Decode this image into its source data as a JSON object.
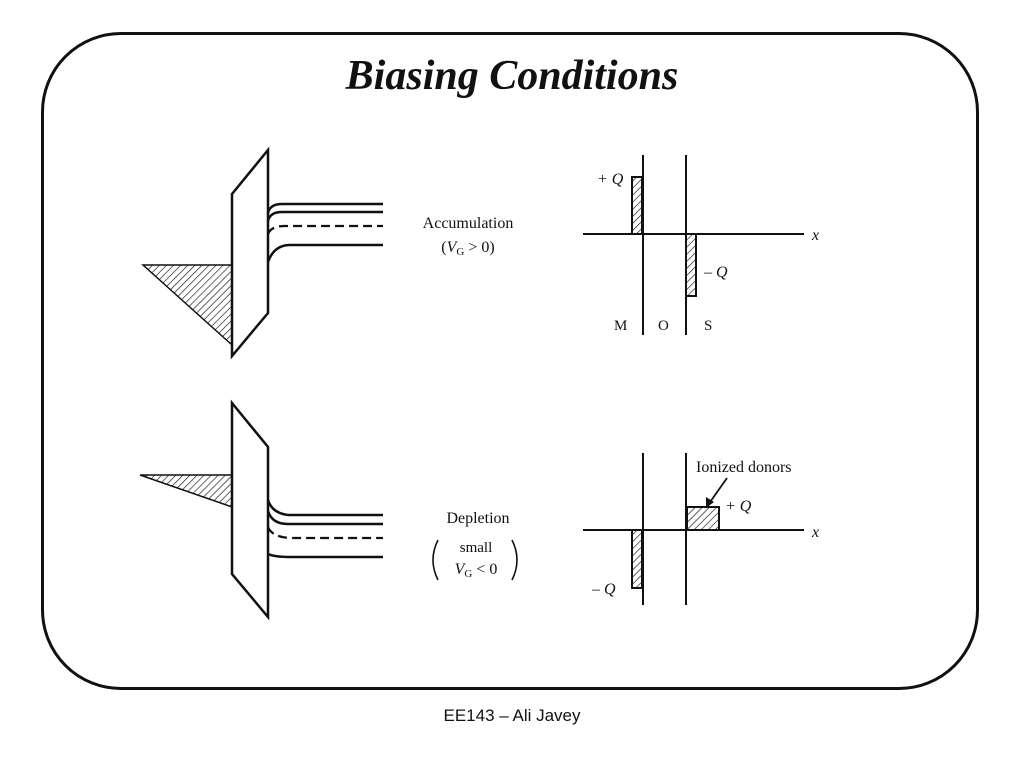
{
  "slide": {
    "title": "Biasing Conditions",
    "footer": "EE143 – Ali Javey"
  },
  "accumulation": {
    "label": "Accumulation",
    "condition_open": "(",
    "condition_var": "V",
    "condition_sub": "G",
    "condition_rest": " > 0)",
    "charge_pos": "+ Q",
    "charge_neg": "– Q",
    "axis_label": "x",
    "region_m": "M",
    "region_o": "O",
    "region_s": "S"
  },
  "depletion": {
    "label": "Depletion",
    "condition_small": "small",
    "condition_var": "V",
    "condition_sub": "G",
    "condition_rest": " < 0",
    "charge_pos": "+ Q",
    "charge_neg": "– Q",
    "axis_label": "x",
    "donor_label": "Ionized donors"
  }
}
